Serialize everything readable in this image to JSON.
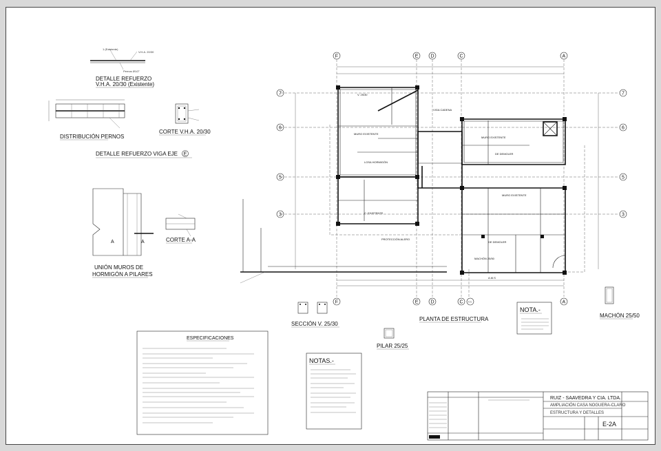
{
  "details": {
    "detalle_refuerzo_title": "DETALLE REFUERZO",
    "detalle_refuerzo_sub": "V.H.A. 20/30 (Existente)",
    "distribucion_pernos": "DISTRIBUCIÓN PERNOS",
    "corte_vha": "CORTE V.H.A. 20/30",
    "detalle_viga_eje": "DETALLE REFUERZO VIGA EJE",
    "viga_eje_letter": "E",
    "corte_aa": "CORTE A-A",
    "union_muros_1": "UNIÓN MUROS DE",
    "union_muros_2": "HORMIGÓN A PILARES",
    "seccion_v": "SECCIÓN V. 25/30",
    "pilar": "PILAR 25/25",
    "machon": "MACHÓN 25/50",
    "section_a": "A"
  },
  "plan": {
    "title": "PLANTA DE ESTRUCTURA",
    "axes_top": [
      "F",
      "E",
      "D",
      "C",
      "A"
    ],
    "axes_bottom": [
      "F",
      "E",
      "D",
      "C",
      "C1",
      "A"
    ],
    "axes_left": [
      "7",
      "6",
      "5",
      "3"
    ],
    "axes_right": [
      "7",
      "6",
      "5",
      "3"
    ]
  },
  "nota": {
    "title": "NOTA.-"
  },
  "specs": {
    "title": "ESPECIFICACIONES"
  },
  "notas": {
    "title": "NOTAS.-"
  },
  "title_block": {
    "company": "RUIZ - SAAVEDRA Y CIA. LTDA.",
    "project": "AMPLIACIÓN CASA NOGUERA-CLARO",
    "subject": "ESTRUCTURA Y DETALLES",
    "sheet": "E-2A"
  }
}
